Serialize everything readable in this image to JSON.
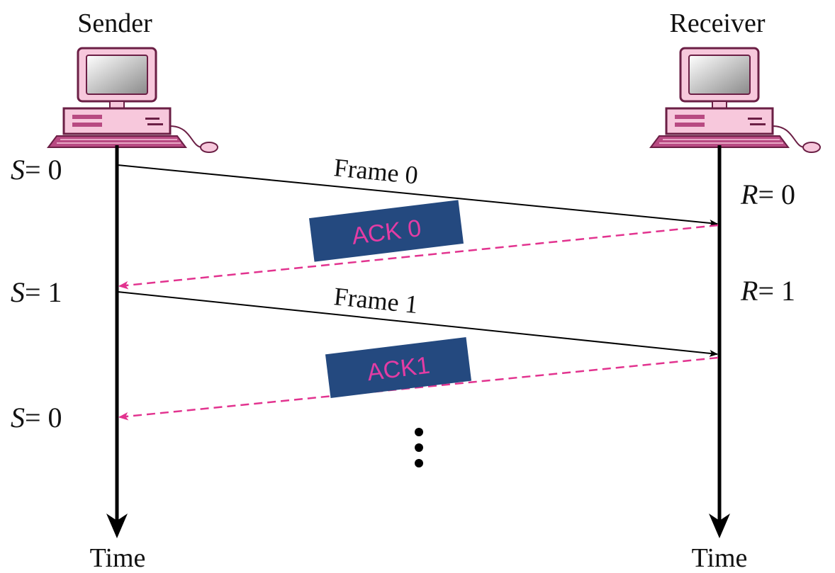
{
  "sender": {
    "label": "Sender",
    "time_label": "Time"
  },
  "receiver": {
    "label": "Receiver",
    "time_label": "Time"
  },
  "sender_states": [
    {
      "var": "S",
      "eq": "= 0"
    },
    {
      "var": "S",
      "eq": "= 1"
    },
    {
      "var": "S",
      "eq": "= 0"
    }
  ],
  "receiver_states": [
    {
      "var": "R",
      "eq": "= 0"
    },
    {
      "var": "R",
      "eq": "= 1"
    }
  ],
  "frames": [
    {
      "label": "Frame 0"
    },
    {
      "label": "Frame 1"
    }
  ],
  "acks": [
    {
      "label": "ACK 0"
    },
    {
      "label": "ACK1"
    }
  ],
  "continuation": "vertical-ellipsis",
  "colors": {
    "ack_box": "#24497f",
    "ack_text": "#e33ca4",
    "ack_arrow": "#e2338f",
    "frame_arrow": "#000000",
    "computer_body": "#f7c8dc",
    "computer_outline": "#6b1f45",
    "keyboard": "#b84a82"
  },
  "icons": {
    "sender_computer": "desktop-computer-icon",
    "receiver_computer": "desktop-computer-icon"
  }
}
